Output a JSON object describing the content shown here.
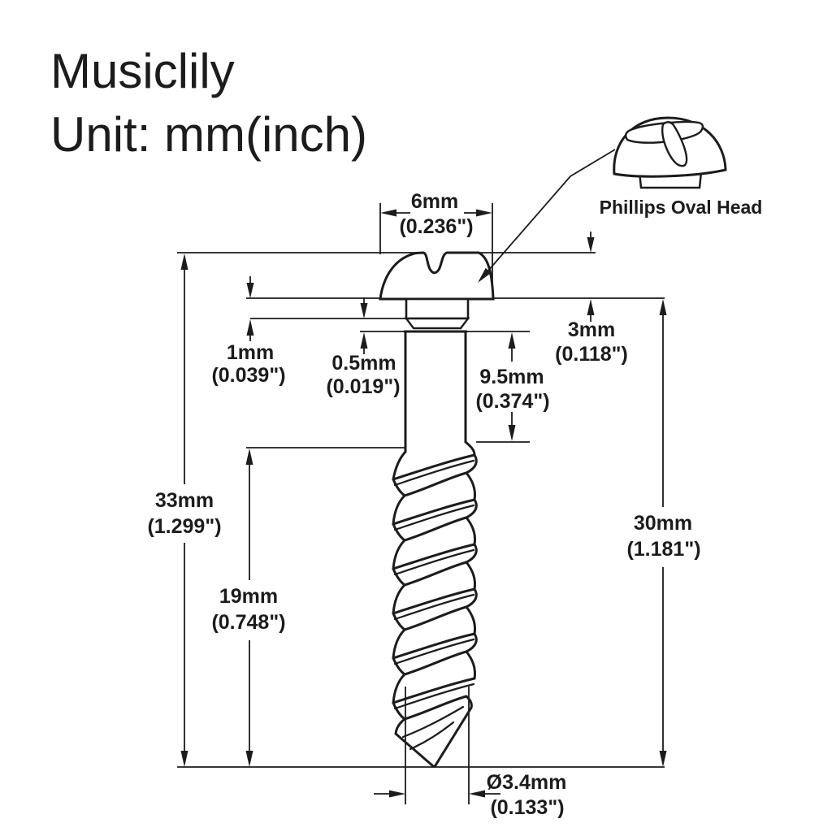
{
  "title": {
    "brand": "Musiclily",
    "unit_line": "Unit: mm(inch)"
  },
  "head_figure": {
    "label": "Phillips Oval Head",
    "icon": "phillips-oval-head-screw"
  },
  "colors": {
    "line": "#1c1c1c",
    "background": "#ffffff"
  },
  "dimensions": {
    "head_diameter": {
      "mm": "6mm",
      "inch": "(0.236\")"
    },
    "head_height": {
      "mm": "3mm",
      "inch": "(0.118\")"
    },
    "collar_height": {
      "mm": "1mm",
      "inch": "(0.039\")"
    },
    "bevel_height": {
      "mm": "0.5mm",
      "inch": "(0.019\")"
    },
    "shank_length": {
      "mm": "9.5mm",
      "inch": "(0.374\")"
    },
    "overall_length": {
      "mm": "33mm",
      "inch": "(1.299\")"
    },
    "under_head_length": {
      "mm": "30mm",
      "inch": "(1.181\")"
    },
    "thread_length": {
      "mm": "19mm",
      "inch": "(0.748\")"
    },
    "thread_diameter": {
      "mm": "Ø3.4mm",
      "inch": "(0.133\")"
    }
  }
}
